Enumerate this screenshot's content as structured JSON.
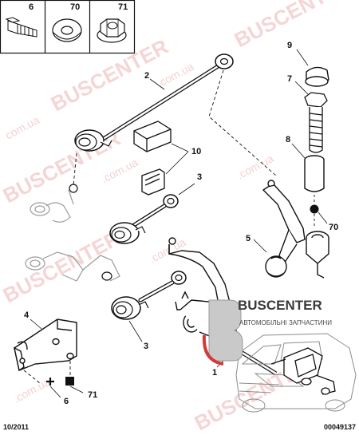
{
  "legend_boxes": [
    {
      "number": "6"
    },
    {
      "number": "70"
    },
    {
      "number": "71"
    }
  ],
  "callouts": {
    "c2": "2",
    "c10": "10",
    "c3a": "3",
    "c3b": "3",
    "c4": "4",
    "c6": "6",
    "c71": "71",
    "c1": "1",
    "c9": "9",
    "c7": "7",
    "c8": "8",
    "c70": "70",
    "c5": "5"
  },
  "watermark": {
    "brand": "BUSCENTER",
    "domain": ".com.ua",
    "short": "com.ua"
  },
  "logo": {
    "name": "BUSCENTER",
    "tagline": "АВТОМОБІЛЬНІ ЗАПЧАСТИНИ"
  },
  "footer": {
    "date": "10/2011",
    "ref": "00049137"
  }
}
